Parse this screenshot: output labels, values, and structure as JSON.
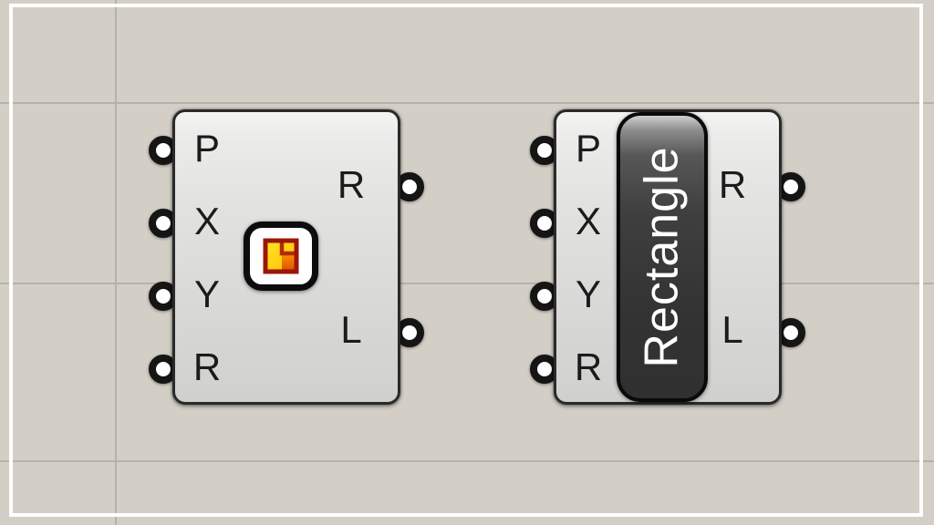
{
  "canvas": {
    "background_color": "#d3cfc6",
    "grid_line_color": "#b5b2a9",
    "frame_color": "#ffffff"
  },
  "components": [
    {
      "id": "rectangle-icon-mode",
      "display_mode": "icon",
      "icon": "rectangle-component-icon",
      "inputs": [
        "P",
        "X",
        "Y",
        "R"
      ],
      "outputs": [
        "R",
        "L"
      ]
    },
    {
      "id": "rectangle-text-mode",
      "display_mode": "name",
      "title": "Rectangle",
      "inputs": [
        "P",
        "X",
        "Y",
        "R"
      ],
      "outputs": [
        "R",
        "L"
      ]
    }
  ],
  "icon_colors": {
    "border_red": "#9a1708",
    "yellow": "#ffd713",
    "orange": "#ef7d00"
  }
}
